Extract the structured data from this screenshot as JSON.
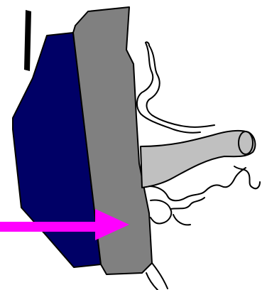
{
  "figure": {
    "type": "anatomical-diagram",
    "has_text": false,
    "elements": [
      "navy-blue-block",
      "black-edge-bar",
      "gray-slab",
      "organ-line-drawing",
      "magenta-arrow"
    ]
  },
  "colors": {
    "background": "#ffffff",
    "navy_block": "#000066",
    "gray_slab": "#808080",
    "tube_fill": "#c0c0c0",
    "arrow": "#ff00ff",
    "outline": "#000000"
  }
}
